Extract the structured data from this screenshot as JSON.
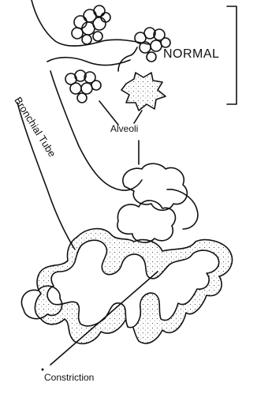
{
  "labels": {
    "normal": "NORMAL",
    "alveoli": "Alveoli",
    "bronchial_tube": "Bronchial Tube",
    "constriction": "Constriction"
  },
  "colors": {
    "ink": "#111111",
    "background": "#ffffff"
  }
}
